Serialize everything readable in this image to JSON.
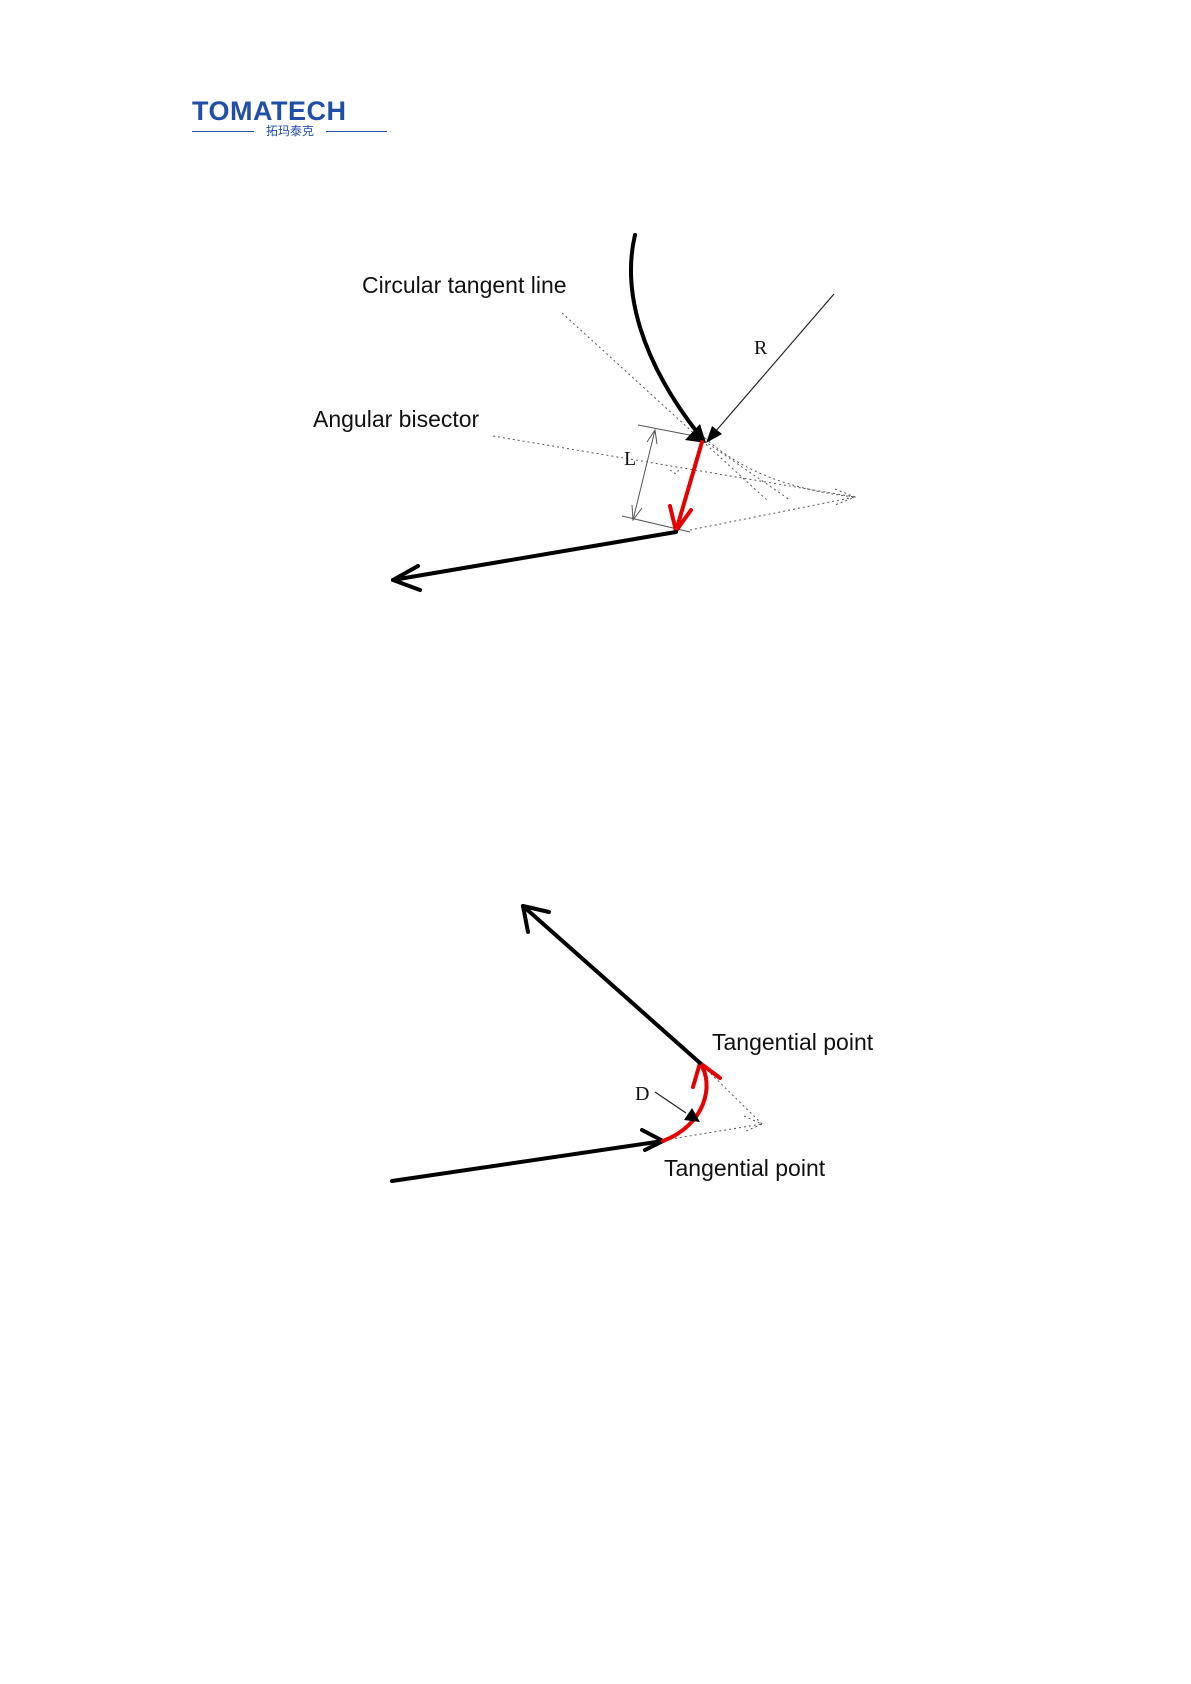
{
  "logo": {
    "brand": "TOMATECH",
    "subtitle": "拓玛泰克",
    "color": "#1f4fa8"
  },
  "diagram1": {
    "label_tangent_line": "Circular tangent line",
    "label_bisector": "Angular bisector",
    "symbol_radius": "R",
    "symbol_length": "L"
  },
  "diagram2": {
    "label_tangential_point_top": "Tangential point",
    "label_tangential_point_bottom": "Tangential point",
    "symbol_d": "D"
  },
  "colors": {
    "path": "#000000",
    "transition": "#e60000",
    "guide": "#555555"
  }
}
